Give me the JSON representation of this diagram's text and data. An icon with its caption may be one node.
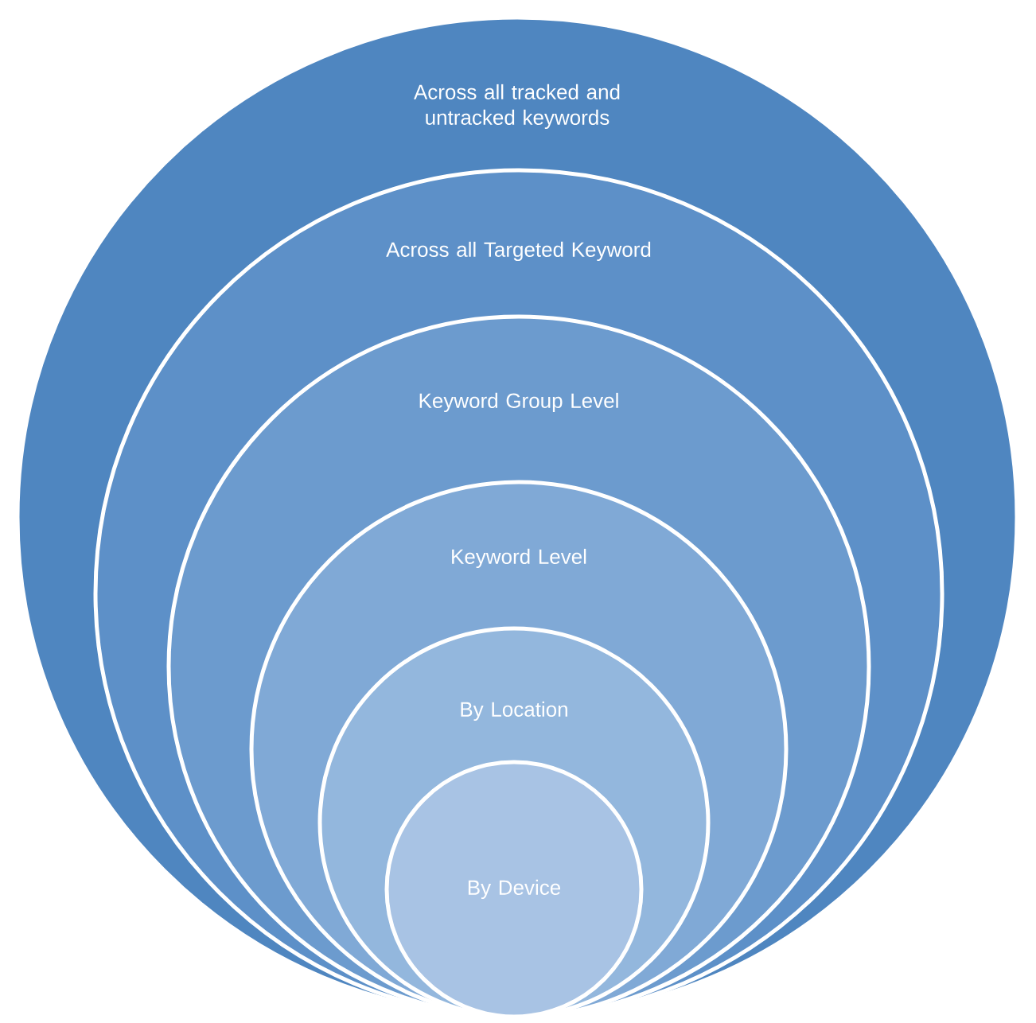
{
  "diagram": {
    "nodes": [
      {
        "text": [
          "Across all tracked and untracked keywords"
        ]
      },
      {
        "text": [
          "Across all Targeted Keyword"
        ],
        "in": 0
      },
      {
        "text": [
          "Keyword Group Level"
        ],
        "in": 1
      },
      {
        "text": [
          "Keyword Level"
        ],
        "in": 2
      },
      {
        "text": [
          "By Location"
        ],
        "in": 3
      },
      {
        "text": [
          "By Device"
        ],
        "in": 4
      }
    ]
  }
}
